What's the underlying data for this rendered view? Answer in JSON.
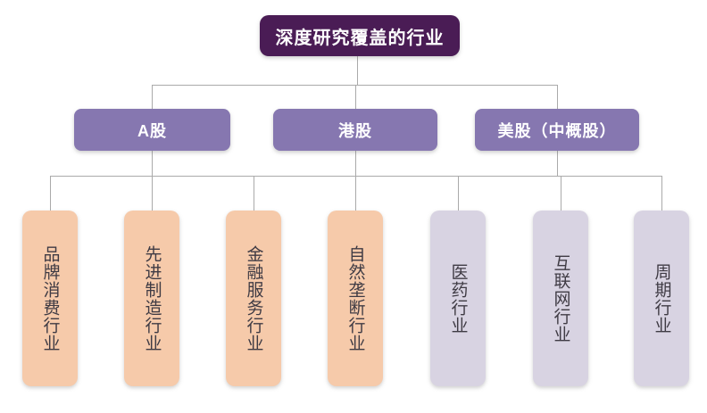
{
  "title": "深度研究覆盖的行业",
  "colors": {
    "root-bg": "#4A1C55",
    "branch-bg": "#8677B0",
    "industry-orange": "#F6CAAA",
    "industry-purple": "#D8D3E2",
    "node-text-light": "#FFFFFF",
    "industry-text": "#3F3B44",
    "line": "#AAAAAA",
    "page-bg": "#FFFFFF"
  },
  "root": {
    "label": "深度研究覆盖的行业"
  },
  "branches": [
    {
      "label": "A股"
    },
    {
      "label": "港股"
    },
    {
      "label": "美股（中概股）"
    }
  ],
  "industries": [
    {
      "label": "品牌消费行业",
      "group": "orange"
    },
    {
      "label": "先进制造行业",
      "group": "orange"
    },
    {
      "label": "金融服务行业",
      "group": "orange"
    },
    {
      "label": "自然垄断行业",
      "group": "orange"
    },
    {
      "label": "医药行业",
      "group": "purple"
    },
    {
      "label": "互联网行业",
      "group": "purple"
    },
    {
      "label": "周期行业",
      "group": "purple"
    }
  ]
}
